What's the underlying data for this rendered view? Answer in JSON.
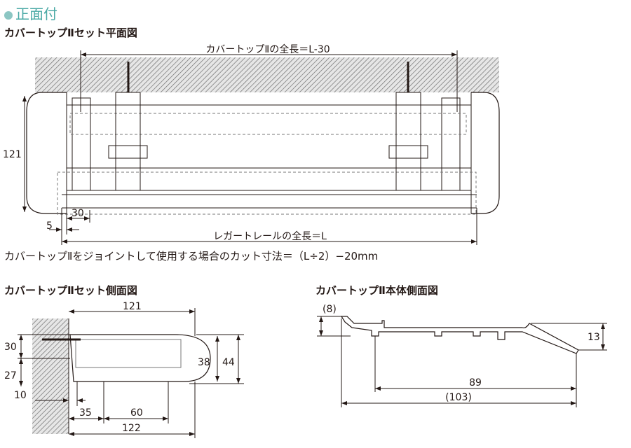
{
  "section": {
    "bullet_color": "#8cc6c3",
    "title": "正面付"
  },
  "plan": {
    "heading": "カバートップⅡセット平面図",
    "cover_length": "カバートップⅡの全長＝L-30",
    "rail_length": "レガートレールの全長＝L",
    "dim_height": "121",
    "dim_30": "30",
    "dim_5": "5"
  },
  "note": "カバートップⅡをジョイントして使用する場合のカット寸法＝（L÷2）−20mm",
  "set_side": {
    "heading": "カバートップⅡセット側面図",
    "dims": {
      "top": "121",
      "h30": "30",
      "h27": "27",
      "h10": "10",
      "w35": "35",
      "w60": "60",
      "w122": "122",
      "h38": "38",
      "h44": "44"
    }
  },
  "body_side": {
    "heading": "カバートップⅡ本体側面図",
    "dims": {
      "h8": "(8)",
      "h13": "13",
      "w89": "89",
      "w103": "(103)"
    }
  }
}
